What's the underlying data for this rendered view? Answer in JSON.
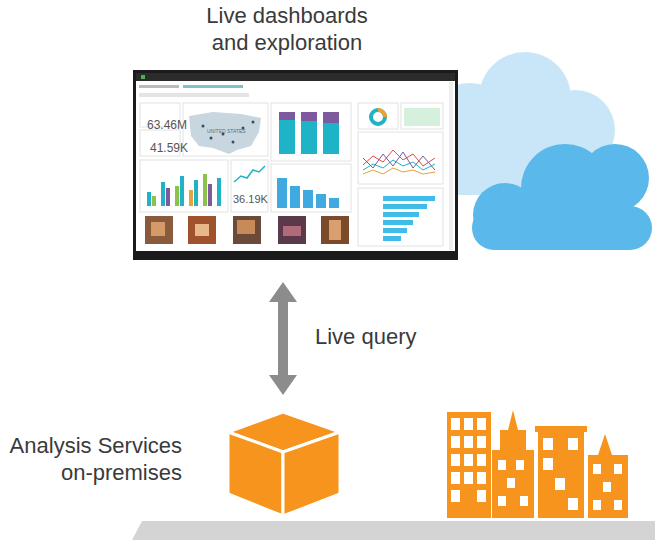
{
  "diagram": {
    "nodes": [
      {
        "text": [
          "Live dashboards and exploration"
        ]
      },
      {
        "text": [
          "Analysis Services on-premises"
        ]
      }
    ],
    "edges": [
      {
        "from": 0,
        "to": 1,
        "arrow": "both",
        "label": "Live query"
      }
    ],
    "labels": [
      "63.46M",
      "41.59K",
      "UNITED STATES",
      "36.19K"
    ]
  }
}
